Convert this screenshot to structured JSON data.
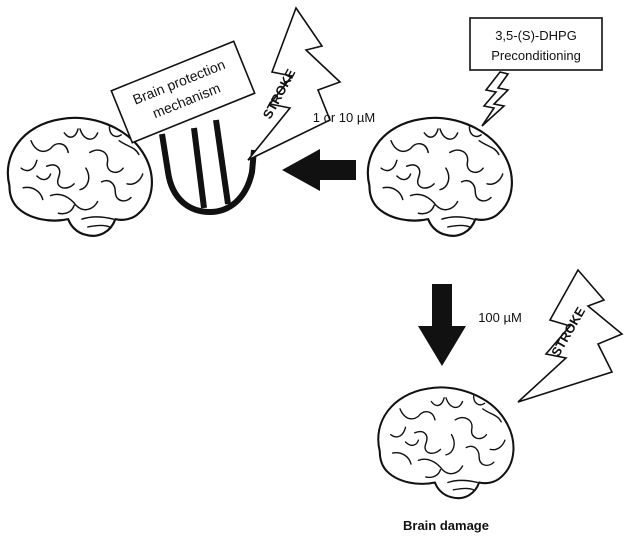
{
  "labels": {
    "dhpg_box_line1": "3,5-(S)-DHPG",
    "dhpg_box_line2": "Preconditioning",
    "protection_box_line1": "Brain protection",
    "protection_box_line2": "mechanism",
    "stroke_top": "STROKE",
    "stroke_bottom": "STROKE",
    "dose_low": "1 or 10 µM",
    "dose_high": "100 µM",
    "outcome": "Brain damage"
  }
}
